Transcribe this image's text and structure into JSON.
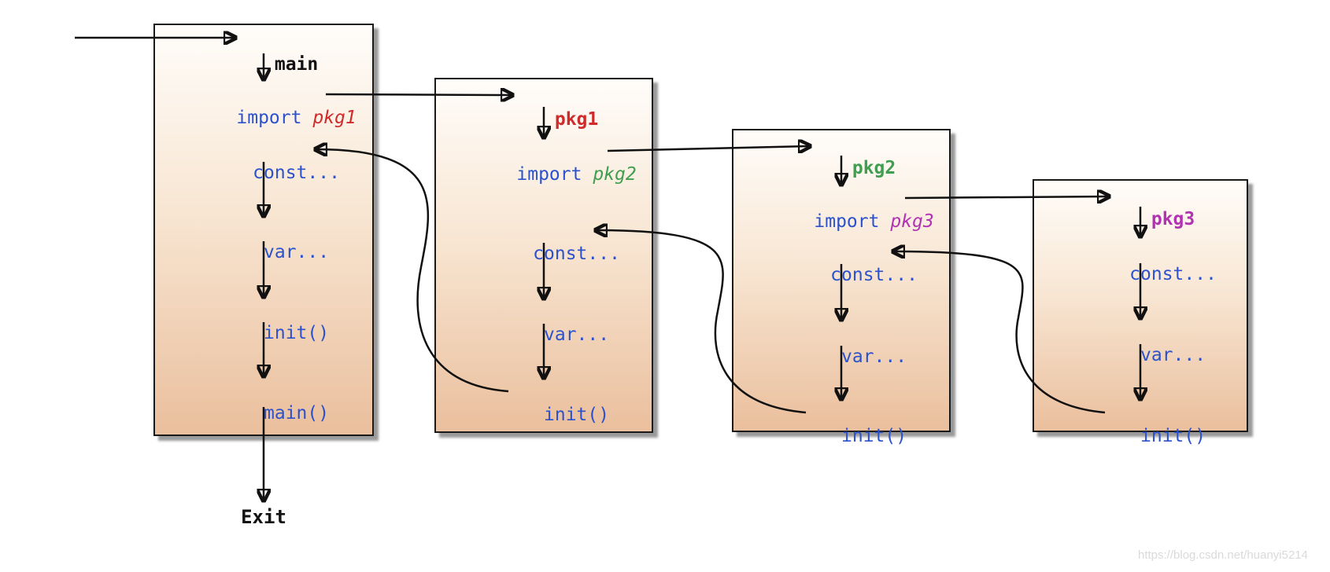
{
  "colors": {
    "keyword_blue": "#2b52cc",
    "pkg1_red": "#cf2b2b",
    "pkg2_green": "#3f9e4f",
    "pkg3_purple": "#b233b2",
    "text_black": "#111111",
    "box_gradient_top": "#fffdfa",
    "box_gradient_bottom": "#eabf9d",
    "arrow_black": "#111111",
    "watermark_gray": "#dadada"
  },
  "boxes": [
    {
      "name": "main",
      "title": "main",
      "rows": [
        {
          "name": "import-pkg1",
          "segments": [
            {
              "text": "import ",
              "color": "keyword_blue"
            },
            {
              "text": "pkg1",
              "color": "pkg1_red",
              "italic": true
            }
          ]
        },
        {
          "name": "const",
          "segments": [
            {
              "text": "const...",
              "color": "keyword_blue"
            }
          ]
        },
        {
          "name": "var",
          "segments": [
            {
              "text": "var...",
              "color": "keyword_blue"
            }
          ]
        },
        {
          "name": "init",
          "segments": [
            {
              "text": "init()",
              "color": "keyword_blue"
            }
          ]
        },
        {
          "name": "main-call",
          "segments": [
            {
              "text": "main()",
              "color": "keyword_blue"
            }
          ]
        }
      ]
    },
    {
      "name": "pkg1",
      "title": "pkg1",
      "rows": [
        {
          "name": "import-pkg2",
          "segments": [
            {
              "text": "import ",
              "color": "keyword_blue"
            },
            {
              "text": "pkg2",
              "color": "pkg2_green",
              "italic": true
            }
          ]
        },
        {
          "name": "const",
          "segments": [
            {
              "text": "const...",
              "color": "keyword_blue"
            }
          ]
        },
        {
          "name": "var",
          "segments": [
            {
              "text": "var...",
              "color": "keyword_blue"
            }
          ]
        },
        {
          "name": "init",
          "segments": [
            {
              "text": "init()",
              "color": "keyword_blue"
            }
          ]
        }
      ]
    },
    {
      "name": "pkg2",
      "title": "pkg2",
      "rows": [
        {
          "name": "import-pkg3",
          "segments": [
            {
              "text": "import ",
              "color": "keyword_blue"
            },
            {
              "text": "pkg3",
              "color": "pkg3_purple",
              "italic": true
            }
          ]
        },
        {
          "name": "const",
          "segments": [
            {
              "text": "const...",
              "color": "keyword_blue"
            }
          ]
        },
        {
          "name": "var",
          "segments": [
            {
              "text": "var...",
              "color": "keyword_blue"
            }
          ]
        },
        {
          "name": "init",
          "segments": [
            {
              "text": "init()",
              "color": "keyword_blue"
            }
          ]
        }
      ]
    },
    {
      "name": "pkg3",
      "title": "pkg3",
      "rows": [
        {
          "name": "const",
          "segments": [
            {
              "text": "const...",
              "color": "keyword_blue"
            }
          ]
        },
        {
          "name": "var",
          "segments": [
            {
              "text": "var...",
              "color": "keyword_blue"
            }
          ]
        },
        {
          "name": "init",
          "segments": [
            {
              "text": "init()",
              "color": "keyword_blue"
            }
          ]
        }
      ]
    }
  ],
  "exit_label": "Exit",
  "watermark": "https://blog.csdn.net/huanyi5214"
}
